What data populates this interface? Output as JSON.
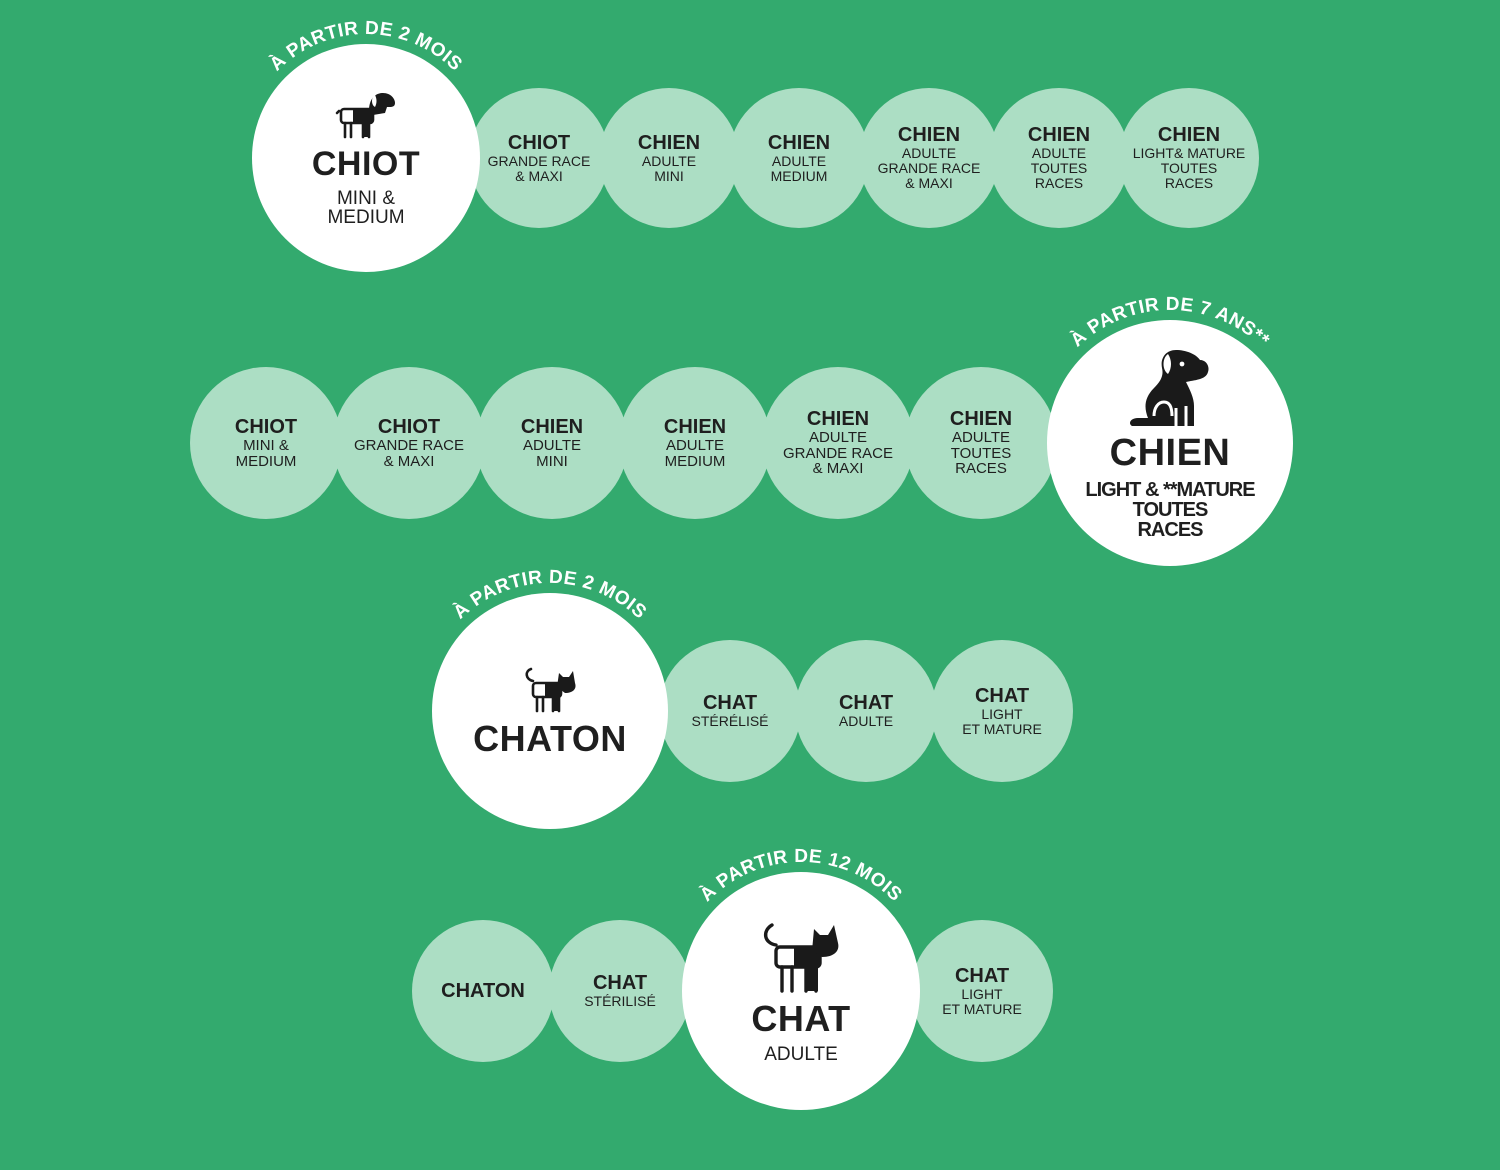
{
  "colors": {
    "background": "#33aa6e",
    "small_circle": "#acdec4",
    "big_circle": "#ffffff",
    "text": "#1f1f1f",
    "arc_text": "#ffffff"
  },
  "rows": [
    {
      "items": [
        {
          "title": "CHIOT",
          "sub": "MINI &\nMEDIUM",
          "big": true,
          "icon": "puppy-icon",
          "arc": "À PARTIR DE 2 MOIS"
        },
        {
          "title": "CHIOT",
          "sub": "GRANDE RACE\n& MAXI"
        },
        {
          "title": "CHIEN",
          "sub": "ADULTE\nMINI"
        },
        {
          "title": "CHIEN",
          "sub": "ADULTE\nMEDIUM"
        },
        {
          "title": "CHIEN",
          "sub": "ADULTE\nGRANDE RACE\n& MAXI"
        },
        {
          "title": "CHIEN",
          "sub": "ADULTE\nTOUTES\nRACES"
        },
        {
          "title": "CHIEN",
          "sub": "LIGHT& MATURE\nTOUTES\nRACES"
        }
      ]
    },
    {
      "items": [
        {
          "title": "CHIOT",
          "sub": "MINI &\nMEDIUM"
        },
        {
          "title": "CHIOT",
          "sub": "GRANDE RACE\n& MAXI"
        },
        {
          "title": "CHIEN",
          "sub": "ADULTE\nMINI"
        },
        {
          "title": "CHIEN",
          "sub": "ADULTE\nMEDIUM"
        },
        {
          "title": "CHIEN",
          "sub": "ADULTE\nGRANDE RACE\n& MAXI"
        },
        {
          "title": "CHIEN",
          "sub": "ADULTE\nTOUTES\nRACES"
        },
        {
          "title": "CHIEN",
          "sub": "LIGHT & **MATURE\nTOUTES\nRACES",
          "big": true,
          "icon": "senior-dog-icon",
          "arc": "À PARTIR DE 7 ANS**"
        }
      ]
    },
    {
      "items": [
        {
          "title": "CHATON",
          "sub": "",
          "big": true,
          "icon": "kitten-icon",
          "arc": "À PARTIR DE 2 MOIS"
        },
        {
          "title": "CHAT",
          "sub": "STÉRÉLISÉ"
        },
        {
          "title": "CHAT",
          "sub": "ADULTE"
        },
        {
          "title": "CHAT",
          "sub": "LIGHT\nET MATURE"
        }
      ]
    },
    {
      "items": [
        {
          "title": "CHATON",
          "sub": ""
        },
        {
          "title": "CHAT",
          "sub": "STÉRILISÉ"
        },
        {
          "title": "CHAT",
          "sub": "ADULTE",
          "big": true,
          "icon": "cat-icon",
          "arc": "À PARTIR DE 12 MOIS"
        },
        {
          "title": "CHAT",
          "sub": "LIGHT\nET MATURE"
        }
      ]
    }
  ]
}
